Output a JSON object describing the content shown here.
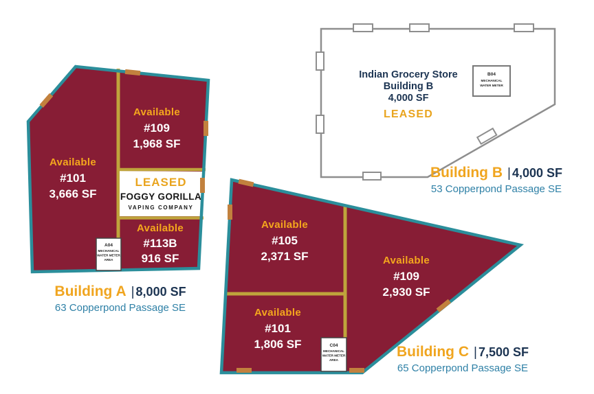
{
  "colors": {
    "unit_fill": "#871D35",
    "outline_teal": "#2B8E9B",
    "divider_gold": "#BFA43C",
    "accent_gold": "#F4A71D",
    "navy": "#1C3452",
    "address_blue": "#2E80A6",
    "building_b_outline": "#8E8E8E",
    "door_tan": "#C2813E"
  },
  "buildings": {
    "a": {
      "label": "Building A",
      "pipe": "|",
      "size": "8,000 SF",
      "address": "63 Copperpond Passage SE",
      "units": {
        "u101": {
          "status": "Available",
          "number": "#101",
          "area": "3,666 SF"
        },
        "u109": {
          "status": "Available",
          "number": "#109",
          "area": "1,968 SF"
        },
        "u113b": {
          "status": "Available",
          "number": "#113B",
          "area": "916 SF"
        },
        "leased": {
          "status": "LEASED",
          "tenant": "FOGGY GORILLA",
          "tenant_type": "VAPING COMPANY"
        }
      },
      "meter": {
        "code": "A04",
        "line1": "MECHANICAL",
        "line2": "WATER METER",
        "line3": "AREA"
      }
    },
    "b": {
      "label": "Building B",
      "pipe": "|",
      "size": "4,000 SF",
      "address": "53 Copperpond Passage SE",
      "interior": {
        "line1": "Indian Grocery Store",
        "line2": "Building B",
        "line3": "4,000 SF",
        "status": "LEASED"
      },
      "meter": {
        "code": "B04",
        "line1": "MECHANICAL",
        "line2": "WATER METER"
      }
    },
    "c": {
      "label": "Building C",
      "pipe": "|",
      "size": "7,500 SF",
      "address": "65 Copperpond Passage SE",
      "units": {
        "u105": {
          "status": "Available",
          "number": "#105",
          "area": "2,371 SF"
        },
        "u101": {
          "status": "Available",
          "number": "#101",
          "area": "1,806 SF"
        },
        "u109": {
          "status": "Available",
          "number": "#109",
          "area": "2,930 SF"
        }
      },
      "meter": {
        "code": "C04",
        "line1": "MECHANICAL",
        "line2": "WATER METER",
        "line3": "AREA"
      }
    }
  }
}
